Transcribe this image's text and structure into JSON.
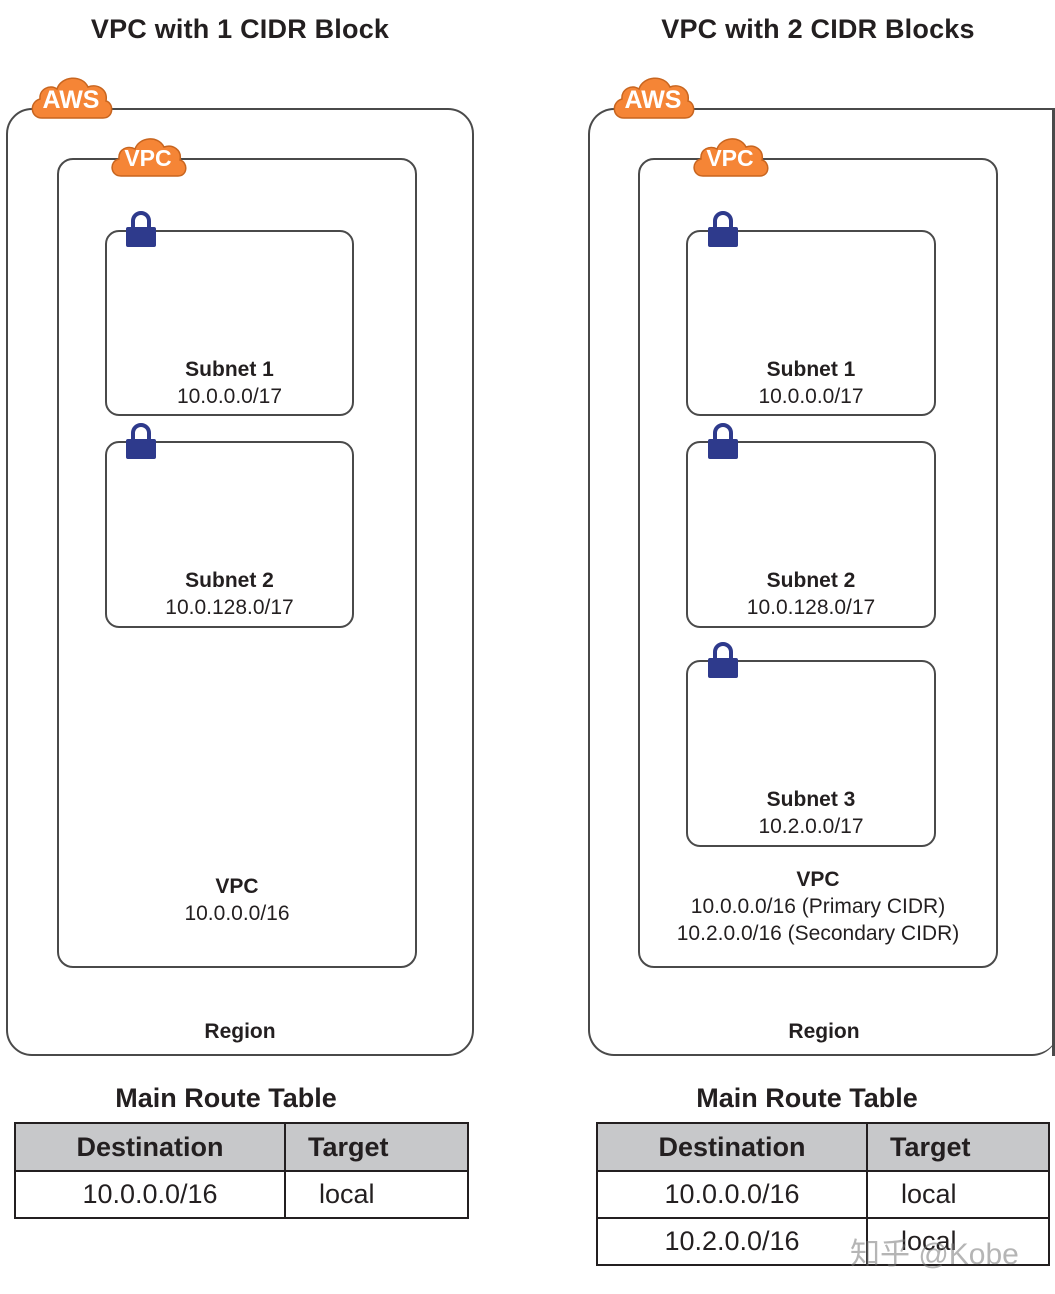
{
  "left": {
    "title": "VPC with 1 CIDR Block",
    "aws_badge": "AWS",
    "vpc_badge": "VPC",
    "subnets": [
      {
        "name": "Subnet 1",
        "cidr": "10.0.0.0/17"
      },
      {
        "name": "Subnet 2",
        "cidr": "10.0.128.0/17"
      }
    ],
    "vpc_label": "VPC",
    "vpc_cidrs": [
      "10.0.0.0/16"
    ],
    "region_label": "Region",
    "route_table": {
      "title": "Main Route Table",
      "headers": [
        "Destination",
        "Target"
      ],
      "rows": [
        [
          "10.0.0.0/16",
          "local"
        ]
      ]
    }
  },
  "right": {
    "title": "VPC with 2 CIDR Blocks",
    "aws_badge": "AWS",
    "vpc_badge": "VPC",
    "subnets": [
      {
        "name": "Subnet 1",
        "cidr": "10.0.0.0/17"
      },
      {
        "name": "Subnet 2",
        "cidr": "10.0.128.0/17"
      },
      {
        "name": "Subnet 3",
        "cidr": "10.2.0.0/17"
      }
    ],
    "vpc_label": "VPC",
    "vpc_cidrs": [
      "10.0.0.0/16 (Primary CIDR)",
      "10.2.0.0/16 (Secondary CIDR)"
    ],
    "region_label": "Region",
    "route_table": {
      "title": "Main Route Table",
      "headers": [
        "Destination",
        "Target"
      ],
      "rows": [
        [
          "10.0.0.0/16",
          "local"
        ],
        [
          "10.2.0.0/16",
          "local"
        ]
      ]
    }
  },
  "watermark": "知乎 @Kobe",
  "colors": {
    "badge_orange": "#f58536",
    "lock_navy": "#2e3a8c",
    "header_gray": "#c7c8ca"
  },
  "icons": {
    "badge": "cloud-icon",
    "subnet": "lock-icon"
  }
}
